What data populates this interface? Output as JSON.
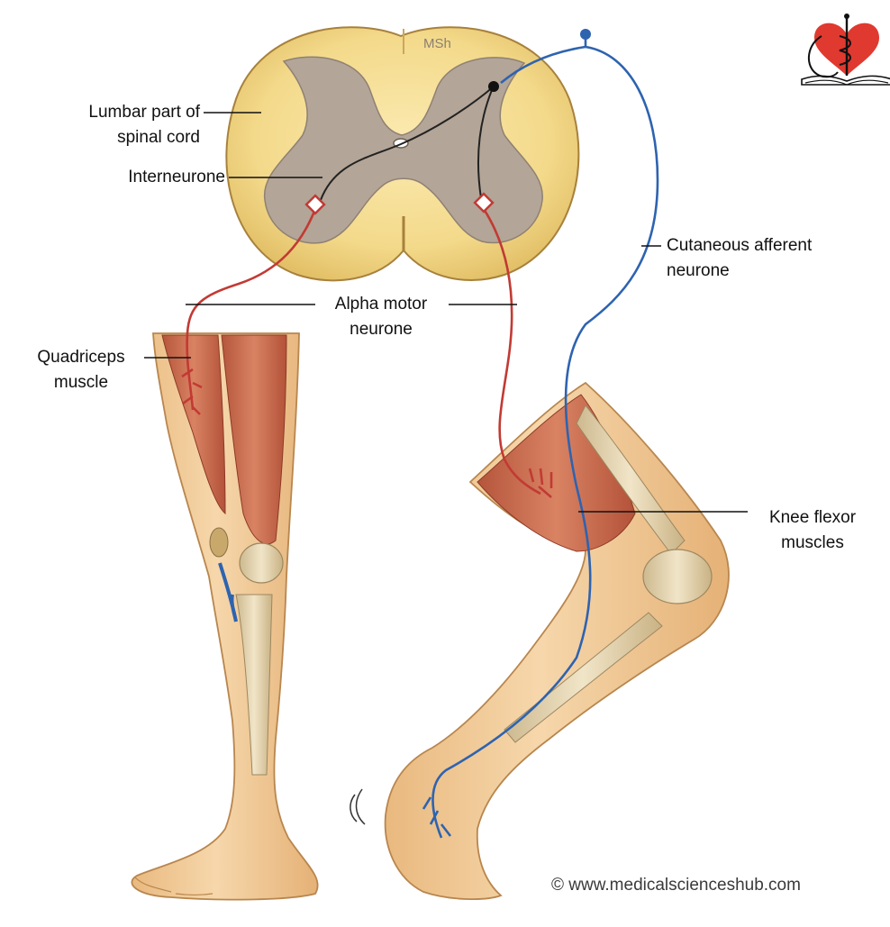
{
  "labels": {
    "lumbar_line1": "Lumbar part of",
    "lumbar_line2": "spinal cord",
    "interneurone": "Interneurone",
    "alpha_line1": "Alpha motor",
    "alpha_line2": "neurone",
    "quadriceps_line1": "Quadriceps",
    "quadriceps_line2": "muscle",
    "cutaneous_line1": "Cutaneous afferent",
    "cutaneous_line2": "neurone",
    "knee_line1": "Knee flexor",
    "knee_line2": "muscles",
    "msh": "MSh"
  },
  "credit": "© www.medicalscienceshub.com",
  "colors": {
    "white_matter": "#f3d98a",
    "grey_matter": "#b3a597",
    "motor_neurone": "#c23a34",
    "afferent_neurone": "#2e63b0",
    "skin": "#efc795",
    "muscle": "#c8684a",
    "bone": "#e6d7b6",
    "logo_heart": "#e0392f"
  },
  "icons": [
    "medical-logo-icon",
    "motion-lines-icon"
  ]
}
